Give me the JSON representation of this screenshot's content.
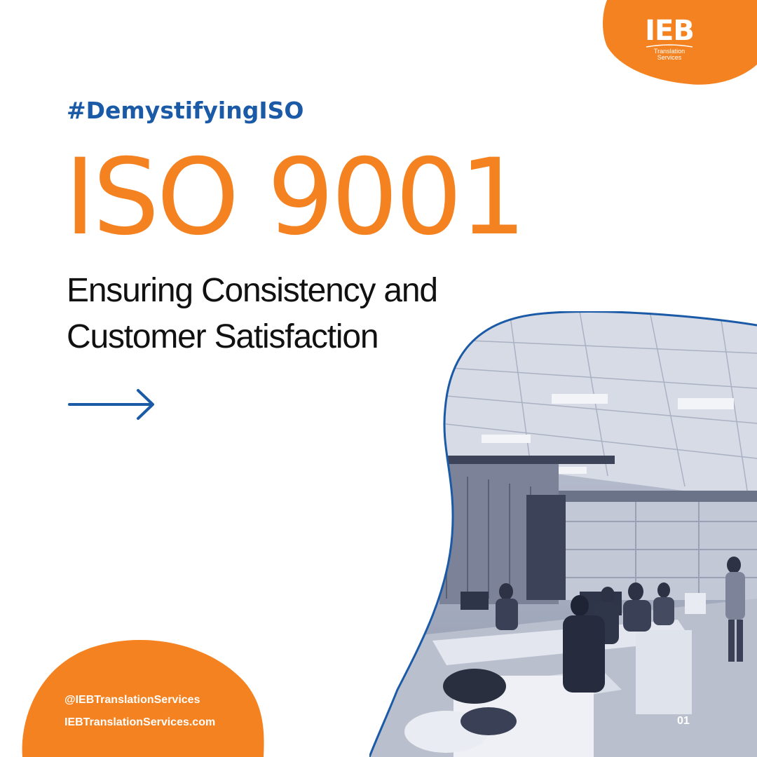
{
  "colors": {
    "accent_orange": "#f58220",
    "brand_blue": "#1b5aa6",
    "text_dark": "#111111",
    "background": "#ffffff"
  },
  "logo": {
    "main_text": "IEB",
    "sub_text_line1": "Translation",
    "sub_text_line2": "Services"
  },
  "hashtag": "#DemystifyingISO",
  "headline": "ISO 9001",
  "subtitle": {
    "line1": "Ensuring Consistency and",
    "line2": "Customer Satisfaction"
  },
  "next_arrow_icon": "arrow-right-icon",
  "photo": {
    "subject": "office-photo",
    "tint": "blue-gray duotone"
  },
  "footer": {
    "handle": "@IEBTranslationServices",
    "website": "IEBTranslationServices.com",
    "page_number": "01"
  }
}
